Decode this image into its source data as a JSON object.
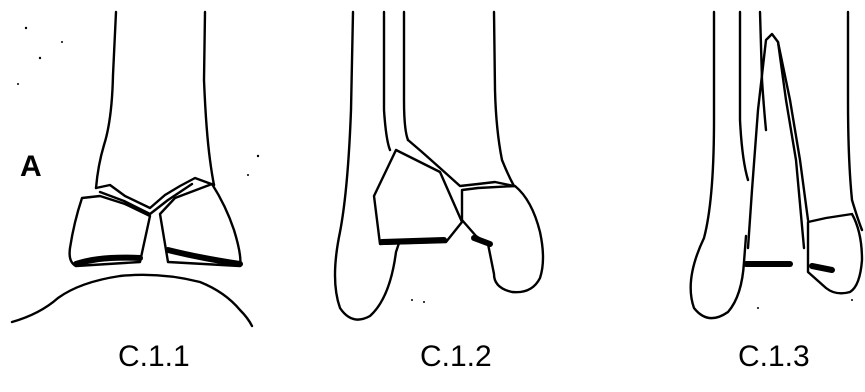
{
  "panel_marker": "A",
  "captions": [
    "C.1.1",
    "C.1.2",
    "C.1.3"
  ],
  "colors": {
    "ink": "#000000",
    "background": "#ffffff"
  }
}
